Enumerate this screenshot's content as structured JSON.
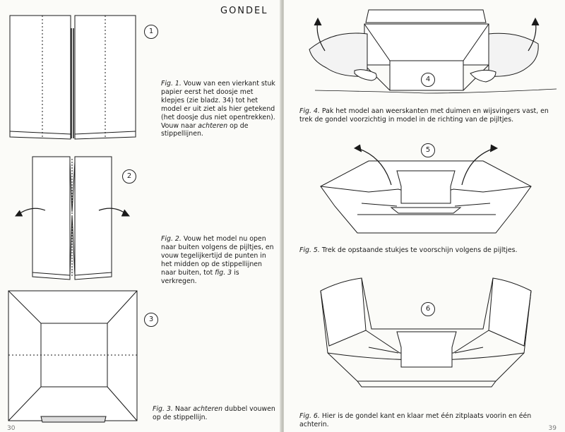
{
  "left_page": {
    "title": "GONDEL",
    "page_number": "30",
    "fig1": {
      "num": "1",
      "label": "Fig. 1.",
      "text": " Vouw van een vierkant stuk papier eerst het doosje met klepjes (zie bladz. 34) tot het model er uit ziet als hier getekend (het doosje dus niet opentrekken). Vouw naar ",
      "em": "achteren",
      "tail": " op de stippellijnen."
    },
    "fig2": {
      "num": "2",
      "label": "Fig. 2.",
      "text": " Vouw het model nu open naar buiten volgens de pijltjes, en vouw tegelijkertijd de punten in het midden op de stippellijnen naar buiten, tot ",
      "em": "fig. 3",
      "tail": " is verkregen."
    },
    "fig3": {
      "num": "3",
      "label": "Fig. 3.",
      "text": " Naar ",
      "em": "achteren",
      "tail": " dubbel vouwen op de stippellijn."
    }
  },
  "right_page": {
    "page_number": "39",
    "fig4": {
      "num": "4",
      "label": "Fig. 4.",
      "text": " Pak het model aan weerskanten met duimen en wijsvingers vast, en trek de gondel voorzichtig in model in de richting van de pijltjes."
    },
    "fig5": {
      "num": "5",
      "label": "Fig. 5.",
      "text": " Trek de opstaande stukjes te voorschijn volgens de pijltjes."
    },
    "fig6": {
      "num": "6",
      "label": "Fig. 6.",
      "text": " Hier is de gondel kant en klaar met één zitplaats voorin en één achterin."
    }
  }
}
